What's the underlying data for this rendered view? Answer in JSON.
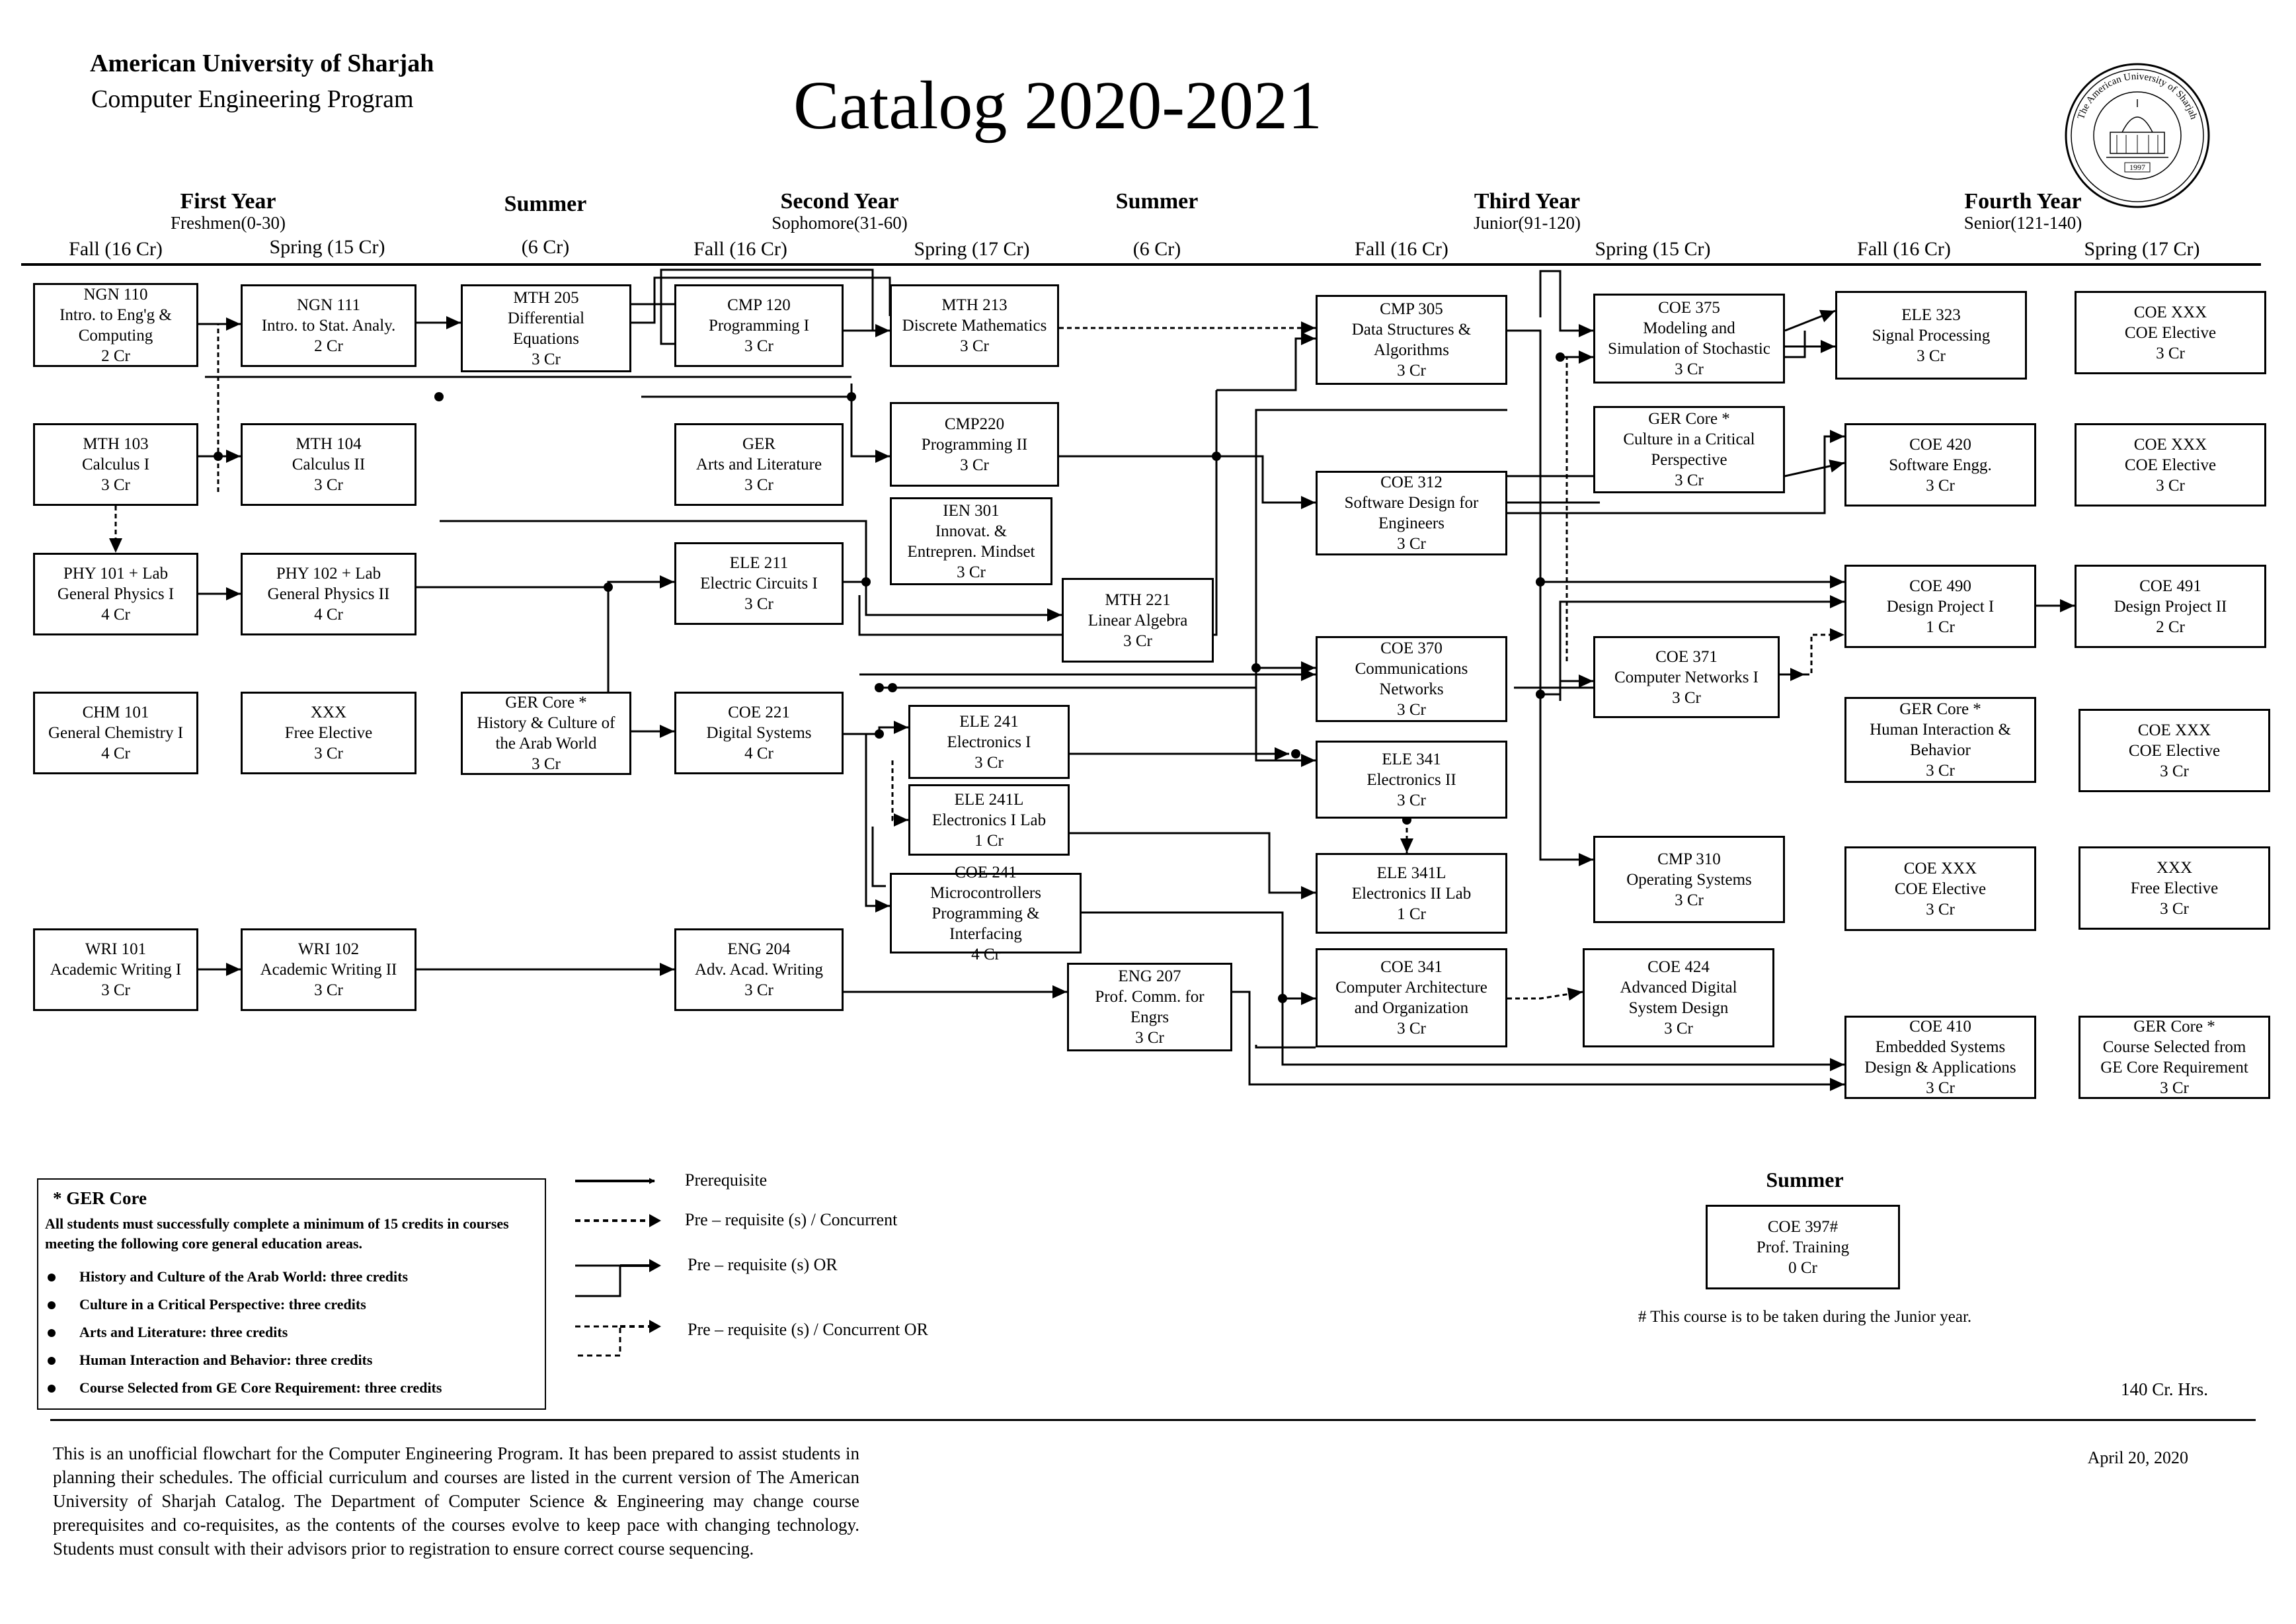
{
  "header": {
    "university": "American University of Sharjah",
    "program": "Computer Engineering Program",
    "catalog": "Catalog 2020-2021",
    "seal_text": "The American University of Sharjah",
    "seal_year": "1997"
  },
  "years": [
    {
      "title": "First Year",
      "subtitle": "Freshmen(0-30)"
    },
    {
      "title": "Summer",
      "subtitle": ""
    },
    {
      "title": "Second Year",
      "subtitle": "Sophomore(31-60)"
    },
    {
      "title": "Summer",
      "subtitle": ""
    },
    {
      "title": "Third Year",
      "subtitle": "Junior(91-120)"
    },
    {
      "title": "Fourth Year",
      "subtitle": "Senior(121-140)"
    }
  ],
  "semesters": [
    "Fall (16 Cr)",
    "Spring (15 Cr)",
    "(6 Cr)",
    "Fall (16 Cr)",
    "Spring (17 Cr)",
    "(6 Cr)",
    "Fall (16 Cr)",
    "Spring (15 Cr)",
    "Fall (16 Cr)",
    "Spring (17 Cr)"
  ],
  "courses": [
    {
      "id": "ngn110",
      "text": "NGN 110\nIntro. to Eng'g &\nComputing\n2 Cr"
    },
    {
      "id": "mth103",
      "text": "MTH 103\nCalculus I\n3 Cr"
    },
    {
      "id": "phy101",
      "text": "PHY 101 + Lab\nGeneral Physics I\n4 Cr"
    },
    {
      "id": "chm101",
      "text": "CHM 101\nGeneral Chemistry I\n4 Cr"
    },
    {
      "id": "wri101",
      "text": "WRI 101\nAcademic Writing I\n3 Cr"
    },
    {
      "id": "ngn111",
      "text": "NGN 111\nIntro. to Stat. Analy.\n2 Cr"
    },
    {
      "id": "mth104",
      "text": "MTH 104\nCalculus II\n3 Cr"
    },
    {
      "id": "phy102",
      "text": "PHY 102 + Lab\nGeneral Physics II\n4 Cr"
    },
    {
      "id": "xxx1",
      "text": "XXX\nFree Elective\n3 Cr"
    },
    {
      "id": "wri102",
      "text": "WRI 102\nAcademic Writing II\n3 Cr"
    },
    {
      "id": "mth205",
      "text": "MTH 205\nDifferential\nEquations\n3 Cr"
    },
    {
      "id": "gerhist",
      "text": "GER Core *\nHistory & Culture of\nthe Arab World\n3 Cr"
    },
    {
      "id": "cmp120",
      "text": "CMP 120\nProgramming I\n3 Cr"
    },
    {
      "id": "gerarts",
      "text": "GER\nArts and Literature\n3 Cr"
    },
    {
      "id": "ele211",
      "text": "ELE 211\nElectric Circuits I\n3 Cr"
    },
    {
      "id": "coe221",
      "text": "COE 221\nDigital Systems\n4 Cr"
    },
    {
      "id": "eng204",
      "text": "ENG 204\nAdv. Acad. Writing\n3 Cr"
    },
    {
      "id": "mth213",
      "text": "MTH 213\nDiscrete Mathematics\n3 Cr"
    },
    {
      "id": "cmp220",
      "text": "CMP220\nProgramming II\n3 Cr"
    },
    {
      "id": "ien301",
      "text": "IEN 301\nInnovat. &\nEntrepren. Mindset\n3 Cr"
    },
    {
      "id": "ele241",
      "text": "ELE 241\nElectronics I\n3 Cr"
    },
    {
      "id": "ele241l",
      "text": "ELE 241L\nElectronics I Lab\n1 Cr"
    },
    {
      "id": "coe241",
      "text": "COE 241\nMicrocontrollers\nProgramming & Interfacing\n4 Cr"
    },
    {
      "id": "mth221",
      "text": "MTH 221\nLinear Algebra\n3 Cr"
    },
    {
      "id": "eng207",
      "text": "ENG 207\nProf. Comm. for\nEngrs\n3 Cr"
    },
    {
      "id": "cmp305",
      "text": "CMP 305\nData Structures &\nAlgorithms\n3 Cr"
    },
    {
      "id": "coe312",
      "text": "COE 312\nSoftware Design for\nEngineers\n3 Cr"
    },
    {
      "id": "coe370",
      "text": "COE 370\nCommunications\nNetworks\n3 Cr"
    },
    {
      "id": "ele341",
      "text": "ELE 341\nElectronics II\n3 Cr"
    },
    {
      "id": "ele341l",
      "text": "ELE 341L\nElectronics II Lab\n1 Cr"
    },
    {
      "id": "coe341",
      "text": "COE 341\nComputer Architecture\nand Organization\n3 Cr"
    },
    {
      "id": "coe375",
      "text": "COE 375\nModeling and\nSimulation of Stochastic\n3 Cr"
    },
    {
      "id": "gercrit",
      "text": "GER Core *\nCulture in a Critical\nPerspective\n3 Cr"
    },
    {
      "id": "coe371",
      "text": "COE 371\nComputer Networks I\n3 Cr"
    },
    {
      "id": "cmp310",
      "text": "CMP 310\nOperating Systems\n3 Cr"
    },
    {
      "id": "coe424",
      "text": "COE 424\nAdvanced Digital\nSystem Design\n3 Cr"
    },
    {
      "id": "ele323",
      "text": "ELE 323\nSignal Processing\n3 Cr"
    },
    {
      "id": "coe420",
      "text": "COE 420\nSoftware Engg.\n3 Cr"
    },
    {
      "id": "coe490",
      "text": "COE 490\nDesign Project I\n1 Cr"
    },
    {
      "id": "gerhum",
      "text": "GER Core *\nHuman Interaction &\nBehavior\n3 Cr"
    },
    {
      "id": "coexxx1",
      "text": "COE XXX\nCOE Elective\n3 Cr"
    },
    {
      "id": "coe410",
      "text": "COE 410\nEmbedded Systems\nDesign & Applications\n3 Cr"
    },
    {
      "id": "coexxx2",
      "text": "COE XXX\nCOE Elective\n3 Cr"
    },
    {
      "id": "coexxx3",
      "text": "COE XXX\nCOE Elective\n3 Cr"
    },
    {
      "id": "coe491",
      "text": "COE 491\nDesign Project II\n2 Cr"
    },
    {
      "id": "coexxx4",
      "text": "COE XXX\nCOE Elective\n3 Cr"
    },
    {
      "id": "xxx2",
      "text": "XXX\nFree Elective\n3 Cr"
    },
    {
      "id": "gersel",
      "text": "GER Core *\nCourse Selected from\nGE Core Requirement\n3 Cr"
    },
    {
      "id": "coe397",
      "text": "COE 397#\nProf. Training\n0 Cr"
    }
  ],
  "legend": {
    "prereq": "Prerequisite",
    "concurrent": "Pre – requisite (s) / Concurrent",
    "or": "Pre – requisite (s)  OR",
    "concurrent_or": "Pre – requisite (s) / Concurrent OR"
  },
  "ger": {
    "title": "*  GER Core",
    "intro": "All students must successfully complete a minimum of 15 credits in courses meeting the following core general education areas.",
    "items": [
      "History and Culture of the Arab World: three credits",
      "Culture in a Critical Perspective: three credits",
      "Arts and Literature: three credits",
      "Human Interaction and Behavior: three credits",
      "Course Selected from GE Core Requirement: three credits"
    ]
  },
  "summer_block": {
    "title": "Summer",
    "note": "# This course is to be taken during the Junior year."
  },
  "total_credits": "140 Cr. Hrs.",
  "disclaimer": "This is an unofficial flowchart for the Computer Engineering Program. It has been prepared to assist students in planning their schedules. The official curriculum and courses are listed in the current version of The American University of Sharjah Catalog. The Department of Computer Science & Engineering may change course prerequisites and co-requisites, as the contents of the courses evolve to keep pace with changing technology. Students must consult with their advisors prior to registration to ensure correct course sequencing.",
  "date": "April 20, 2020"
}
